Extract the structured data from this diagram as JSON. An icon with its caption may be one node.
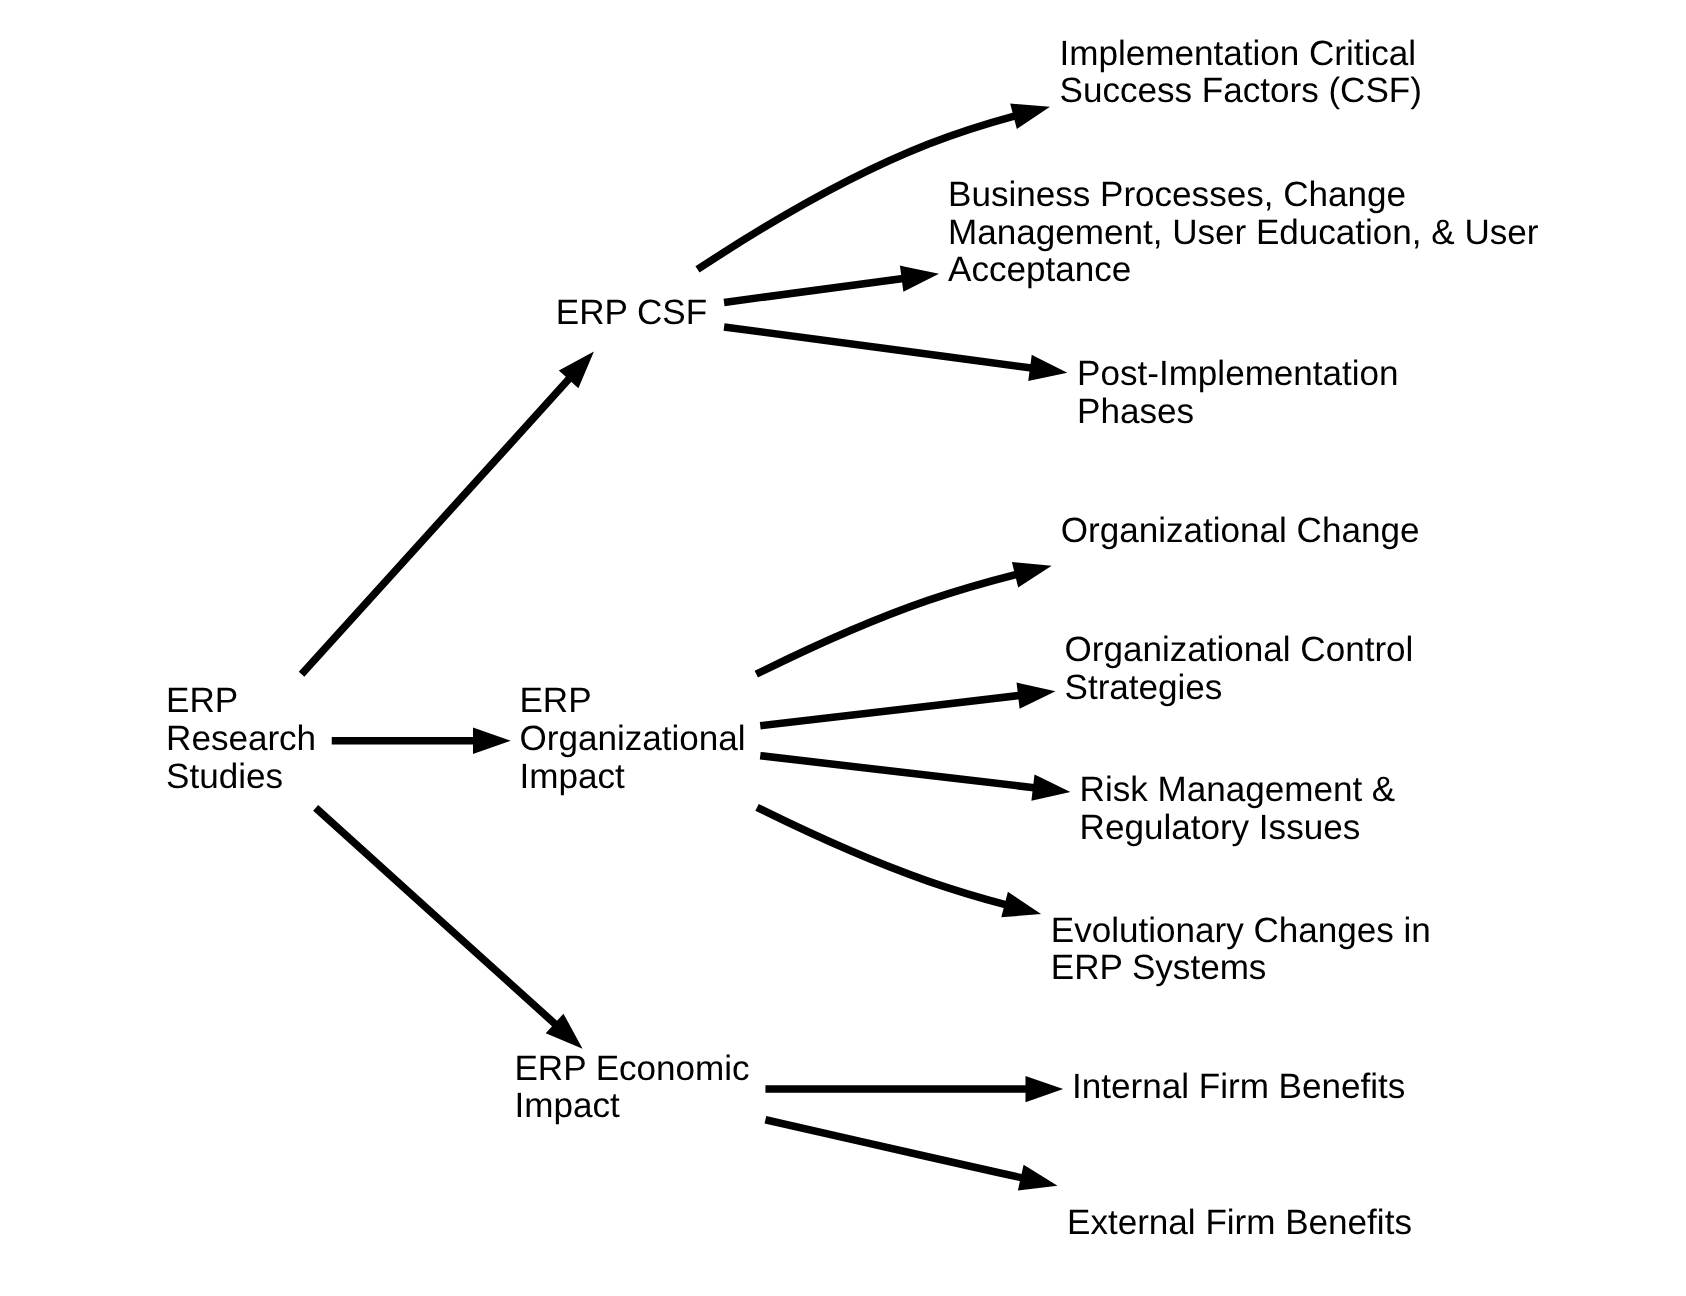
{
  "diagram": {
    "nodes": [
      {
        "text": [
          "ERP Research Studies"
        ]
      },
      {
        "text": [
          "ERP CSF"
        ]
      },
      {
        "text": [
          "ERP Organizational Impact"
        ]
      },
      {
        "text": [
          "ERP Economic Impact"
        ]
      },
      {
        "text": [
          "Implementation Critical Success Factors (CSF)"
        ]
      },
      {
        "text": [
          "Business Processes, Change Management, User Education, & User Acceptance"
        ]
      },
      {
        "text": [
          "Post-Implementation Phases"
        ]
      },
      {
        "text": [
          "Organizational Change"
        ]
      },
      {
        "text": [
          "Organizational Control Strategies"
        ]
      },
      {
        "text": [
          "Risk Management & Regulatory Issues"
        ]
      },
      {
        "text": [
          "Evolutionary Changes in ERP Systems"
        ]
      },
      {
        "text": [
          "Internal Firm Benefits"
        ]
      },
      {
        "text": [
          "External Firm Benefits"
        ]
      }
    ],
    "edges": [
      {
        "from": 0,
        "to": 1,
        "arrow": "to"
      },
      {
        "from": 0,
        "to": 2,
        "arrow": "to"
      },
      {
        "from": 0,
        "to": 3,
        "arrow": "to"
      },
      {
        "from": 1,
        "to": 4,
        "arrow": "to"
      },
      {
        "from": 1,
        "to": 5,
        "arrow": "to"
      },
      {
        "from": 1,
        "to": 6,
        "arrow": "to"
      },
      {
        "from": 2,
        "to": 7,
        "arrow": "to"
      },
      {
        "from": 2,
        "to": 8,
        "arrow": "to"
      },
      {
        "from": 2,
        "to": 9,
        "arrow": "to"
      },
      {
        "from": 2,
        "to": 10,
        "arrow": "to"
      },
      {
        "from": 3,
        "to": 11,
        "arrow": "to"
      },
      {
        "from": 3,
        "to": 12,
        "arrow": "to"
      }
    ]
  }
}
